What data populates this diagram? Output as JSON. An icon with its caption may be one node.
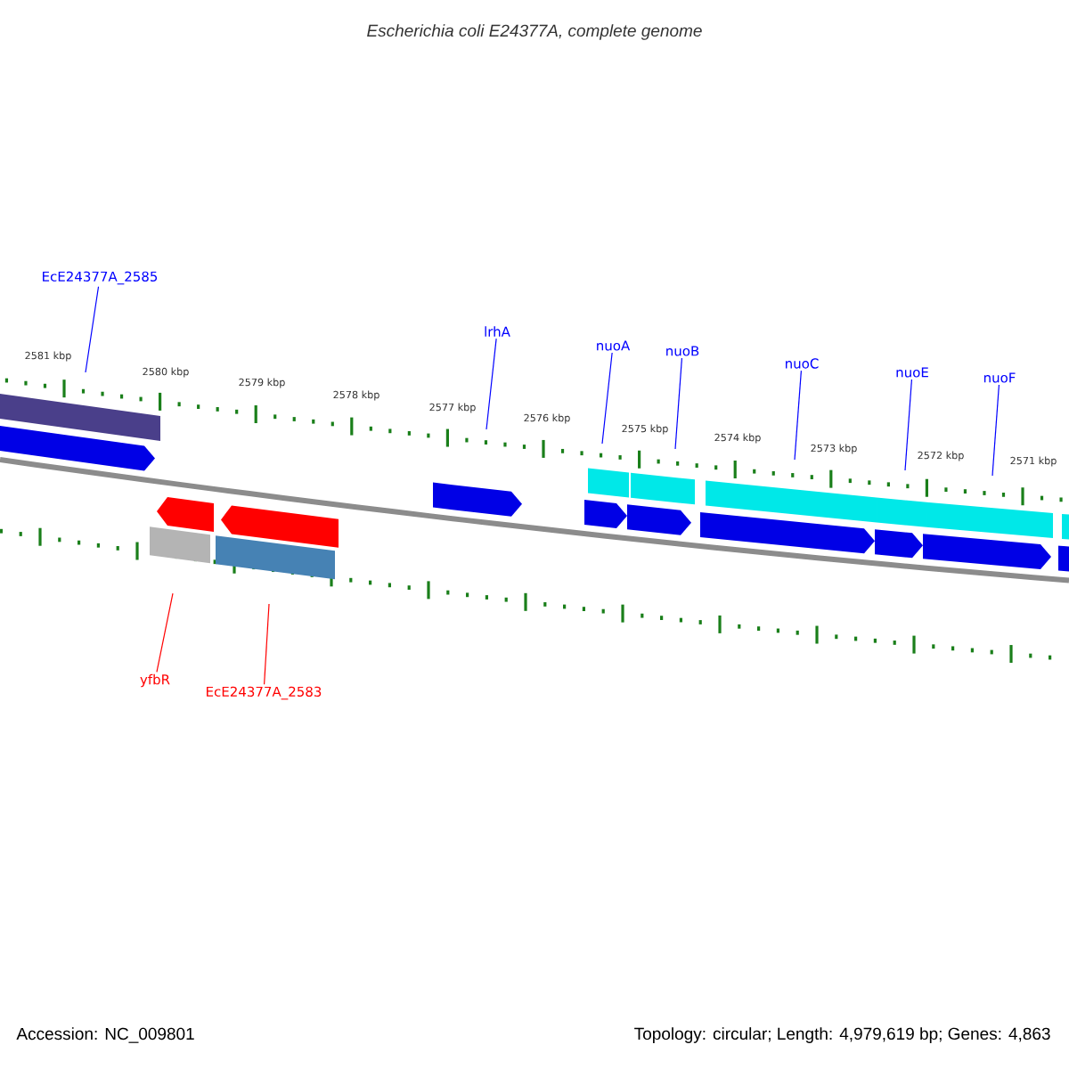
{
  "diagram": {
    "title": "Escherichia coli E24377A, complete genome",
    "nodes": [
      {
        "text": [
          "EcE24377A_2585"
        ]
      },
      {
        "text": [
          "lrhA"
        ]
      },
      {
        "text": [
          "nuoA"
        ]
      },
      {
        "text": [
          "nuoB"
        ]
      },
      {
        "text": [
          "nuoC"
        ]
      },
      {
        "text": [
          "nuoE"
        ]
      },
      {
        "text": [
          "nuoF"
        ]
      },
      {
        "text": [
          "yfbR"
        ]
      },
      {
        "text": [
          "EcE24377A_2583"
        ]
      }
    ],
    "edges": [
      {
        "from": 0,
        "to": null,
        "arrow": "none"
      },
      {
        "from": 1,
        "to": null,
        "arrow": "none"
      },
      {
        "from": 2,
        "to": null,
        "arrow": "none"
      },
      {
        "from": 3,
        "to": null,
        "arrow": "none"
      },
      {
        "from": 4,
        "to": null,
        "arrow": "none"
      },
      {
        "from": 5,
        "to": null,
        "arrow": "none"
      },
      {
        "from": 6,
        "to": null,
        "arrow": "none"
      },
      {
        "from": 7,
        "to": null,
        "arrow": "none",
        "color": "#ff0000"
      },
      {
        "from": 8,
        "to": null,
        "arrow": "none",
        "color": "#ff0000"
      }
    ],
    "labels": [
      "2581 kbp",
      "2580 kbp",
      "2579 kbp",
      "2578 kbp",
      "2577 kbp",
      "2576 kbp",
      "2575 kbp",
      "2574 kbp",
      "2573 kbp",
      "2572 kbp",
      "2571 kbp",
      "Accession: NC_009801",
      "Topology: circular; Length: 4,979,619 bp; Genes: 4,863"
    ]
  }
}
